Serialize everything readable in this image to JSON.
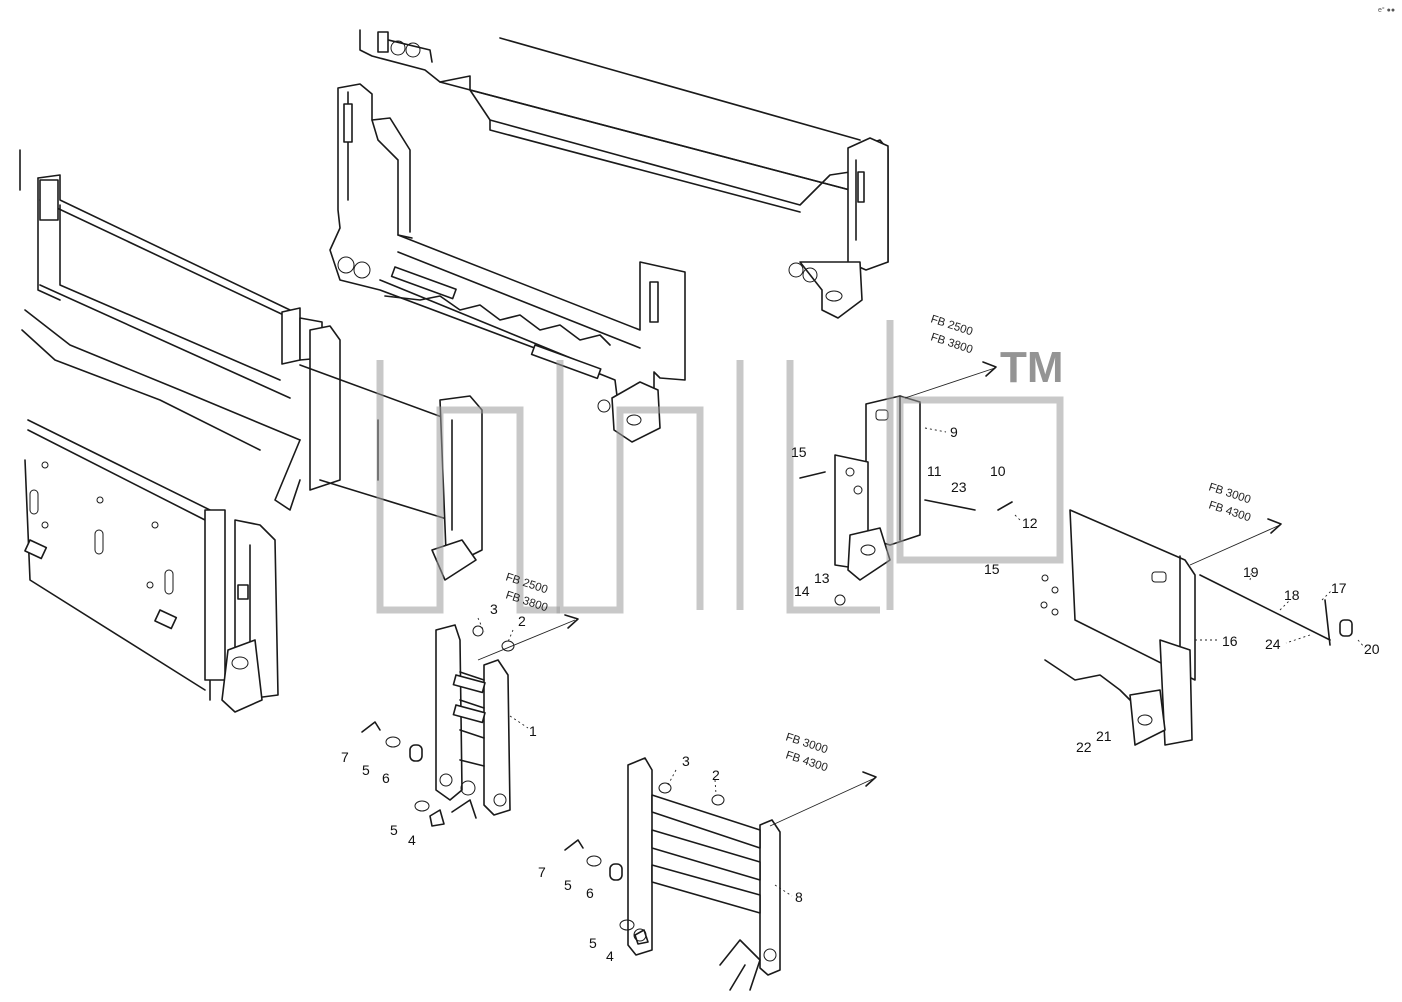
{
  "watermark": {
    "trademark": "TM"
  },
  "corner_mark": "e° ●●",
  "callouts": {
    "c1": "1",
    "c2a": "2",
    "c3a": "3",
    "c4a": "4",
    "c5a": "5",
    "c5b": "5",
    "c6a": "6",
    "c7a": "7",
    "c2b": "2",
    "c3b": "3",
    "c4b": "4",
    "c5c": "5",
    "c5d": "5",
    "c6b": "6",
    "c7b": "7",
    "c8": "8",
    "c9": "9",
    "c10": "10",
    "c11": "11",
    "c12": "12",
    "c13": "13",
    "c14": "14",
    "c15a": "15",
    "c15b": "15",
    "c16": "16",
    "c17": "17",
    "c18": "18",
    "c19": "19",
    "c20": "20",
    "c21": "21",
    "c22": "22",
    "c23": "23",
    "c24": "24"
  },
  "notes": {
    "n1_top": "FB 2500",
    "n1_bottom": "FB 3800",
    "n2_top": "FB 3000",
    "n2_bottom": "FB 4300",
    "n3_top": "FB 2500",
    "n3_bottom": "FB 3800",
    "n4_top": "FB 3000",
    "n4_bottom": "FB 4300"
  }
}
